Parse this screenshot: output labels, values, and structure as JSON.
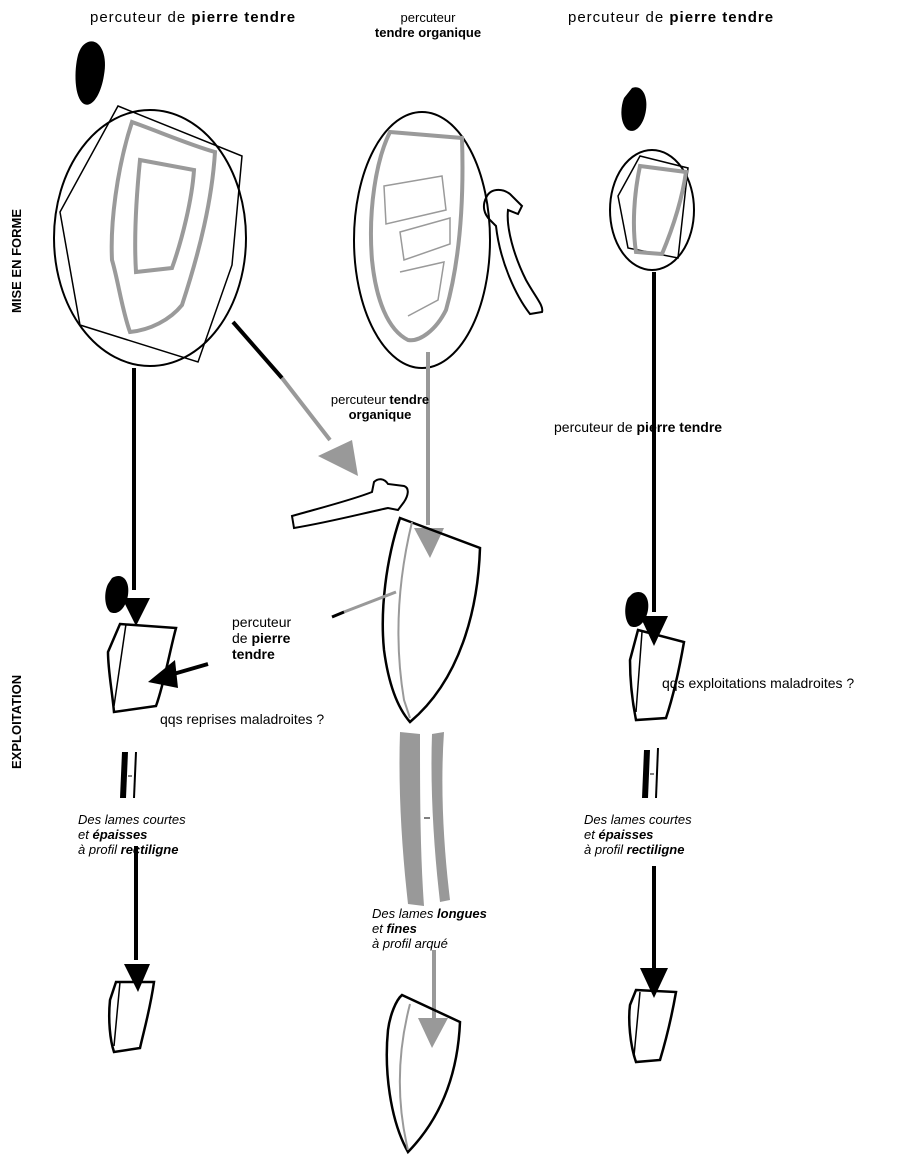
{
  "headers": {
    "left": {
      "pre": "percuteur de ",
      "bold": "pierre tendre"
    },
    "middle": {
      "line1": "percuteur",
      "bold2": "tendre organique"
    },
    "right": {
      "pre": "percuteur de ",
      "bold": "pierre tendre"
    }
  },
  "phases": {
    "mise_en_forme": "MISE EN FORME",
    "exploitation": "EXPLOITATION"
  },
  "annotations": {
    "mid_percuteur": {
      "pre": "percuteur ",
      "bold1": "tendre",
      "bold2": "organique"
    },
    "right_percuteur": {
      "pre": "percuteur de ",
      "bold": "pierre tendre"
    },
    "left_percuteur": {
      "line1": "percuteur",
      "pre2": "de ",
      "bold2": "pierre",
      "bold3": "tendre"
    },
    "left_reprises": "qqs reprises maladroites ?",
    "right_exploitations": "qqs exploitations maladroites ?"
  },
  "results": {
    "left": {
      "l1": "Des lames courtes",
      "l2pre": "et ",
      "l2bold": "épaisses",
      "l3pre": "à profil ",
      "l3bold": "rectiligne"
    },
    "middle": {
      "l1pre": "Des lames ",
      "l1bold": "longues",
      "l2pre": "et ",
      "l2bold": "fines",
      "l3": "à profil arqué"
    },
    "right": {
      "l1": "Des lames courtes",
      "l2pre": "et ",
      "l2bold": "épaisses",
      "l3pre": "à profil ",
      "l3bold": "rectiligne"
    }
  },
  "colors": {
    "black": "#000000",
    "grey": "#999999",
    "grey_shape": "#9a9a9a"
  }
}
